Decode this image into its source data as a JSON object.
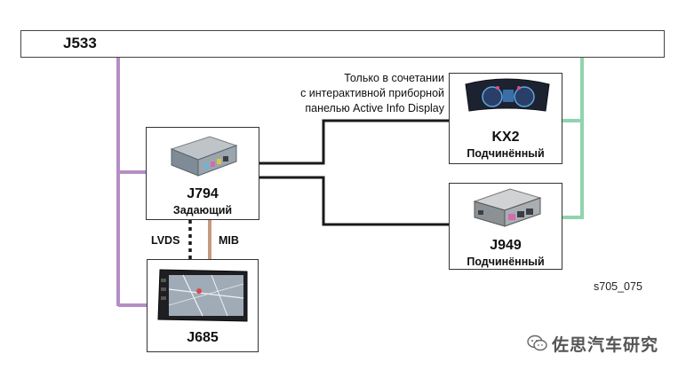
{
  "bus": {
    "label": "J533"
  },
  "units": {
    "j794": {
      "id": "J794",
      "role": "Задающий"
    },
    "kx2": {
      "id": "KX2",
      "role": "Подчинённый"
    },
    "j949": {
      "id": "J949",
      "role": "Подчинённый"
    },
    "j685": {
      "id": "J685"
    }
  },
  "note": {
    "line1": "Только в сочетании",
    "line2": "с интерактивной приборной",
    "line3": "панелью Active Info Display"
  },
  "links": {
    "lvds": "LVDS",
    "mib": "MIB"
  },
  "figure_ref": "s705_075",
  "watermark": "佐思汽车研究",
  "colors": {
    "purple_line": "#b48ec4",
    "green_line": "#8fd4ae",
    "brown_line": "#c79a82",
    "black_line": "#1a1a1a"
  }
}
